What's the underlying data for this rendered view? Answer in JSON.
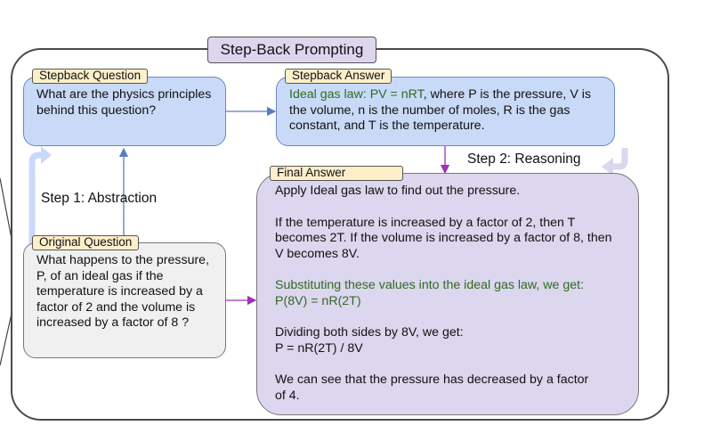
{
  "title": "Step-Back Prompting",
  "stepback_question": {
    "label": "Stepback Question",
    "text": "What are the physics principles behind this question?"
  },
  "stepback_answer": {
    "label": "Stepback Answer",
    "highlight": "Ideal gas law: PV = nRT",
    "text": ", where P is the pressure, V is the volume, n is the number of moles, R is the gas constant, and T is the temperature."
  },
  "original_question": {
    "label": "Original Question",
    "text": "What happens to the pressure, P, of an ideal gas if the temperature is increased by a factor of 2 and the volume is increased by a factor of 8 ?"
  },
  "final_answer": {
    "label": "Final Answer",
    "line1": "Apply Ideal gas law to find out the pressure.",
    "para2": "If the temperature is increased by a factor of 2, then T becomes 2T. If the volume is increased by a factor of 8, then V becomes 8V.",
    "para3_a": "Substituting these values into the ideal gas law, we get:",
    "para3_b": "P(8V) = nR(2T)",
    "para4_a": "Dividing both sides by 8V, we get:",
    "para4_b": "P = nR(2T) / 8V",
    "para5": "We can see that the pressure has decreased by a factor of 4."
  },
  "steps": {
    "abstraction": "Step 1: Abstraction",
    "reasoning": "Step 2: Reasoning"
  },
  "colors": {
    "blue_box": "#c9daf8",
    "purple_box": "#dcd6ee",
    "label_tag": "#fdefc9",
    "green_text": "#2e6b1f",
    "check": "#2e5d1e"
  }
}
